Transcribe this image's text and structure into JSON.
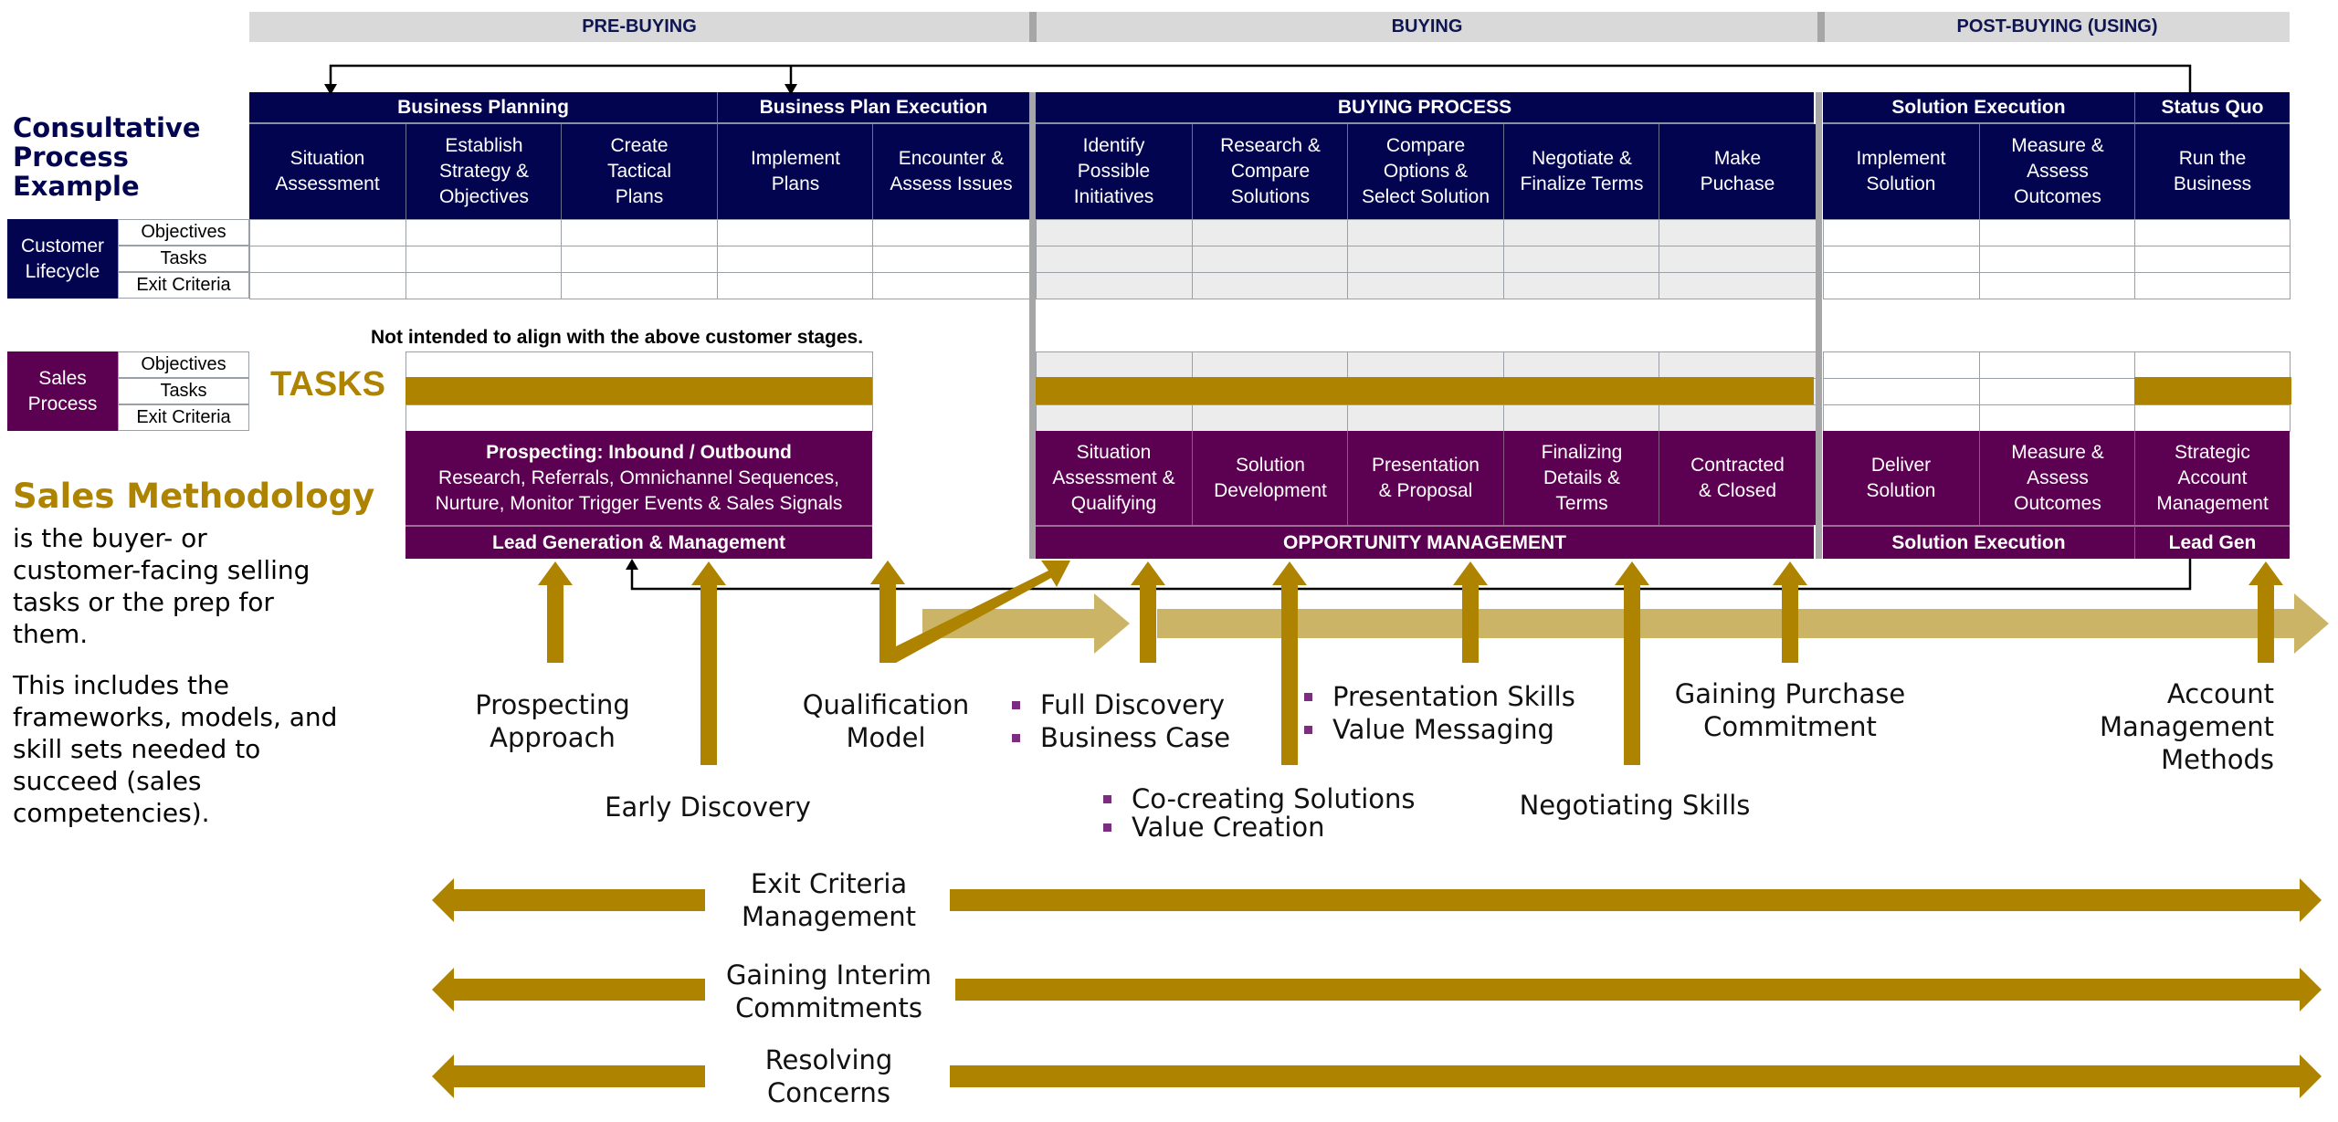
{
  "phases": [
    {
      "label": "PRE-BUYING"
    },
    {
      "label": "BUYING"
    },
    {
      "label": "POST-BUYING (USING)"
    }
  ],
  "title": {
    "line1": "Consultative",
    "line2": "Process",
    "line3": "Example"
  },
  "customer_lifecycle": {
    "label_line1": "Customer",
    "label_line2": "Lifecycle",
    "rows": [
      "Objectives",
      "Tasks",
      "Exit Criteria"
    ],
    "groups": [
      "Business Planning",
      "Business Plan Execution",
      "BUYING PROCESS",
      "Solution Execution",
      "Status Quo"
    ],
    "stages": [
      {
        "l1": "Situation",
        "l2": "Assessment",
        "l3": ""
      },
      {
        "l1": "Establish",
        "l2": "Strategy &",
        "l3": "Objectives"
      },
      {
        "l1": "Create",
        "l2": "Tactical",
        "l3": "Plans"
      },
      {
        "l1": "Implement",
        "l2": "Plans",
        "l3": ""
      },
      {
        "l1": "Encounter &",
        "l2": "Assess Issues",
        "l3": ""
      },
      {
        "l1": "Identify",
        "l2": "Possible",
        "l3": "Initiatives"
      },
      {
        "l1": "Research &",
        "l2": "Compare",
        "l3": "Solutions"
      },
      {
        "l1": "Compare",
        "l2": "Options &",
        "l3": "Select Solution"
      },
      {
        "l1": "Negotiate &",
        "l2": "Finalize Terms",
        "l3": ""
      },
      {
        "l1": "Make",
        "l2": "Puchase",
        "l3": ""
      },
      {
        "l1": "Implement",
        "l2": "Solution",
        "l3": ""
      },
      {
        "l1": "Measure &",
        "l2": "Assess",
        "l3": "Outcomes"
      },
      {
        "l1": "Run the",
        "l2": "Business",
        "l3": ""
      }
    ]
  },
  "sales_process": {
    "label_line1": "Sales",
    "label_line2": "Process",
    "rows": [
      "Objectives",
      "Tasks",
      "Exit Criteria"
    ],
    "tasks_label": "TASKS",
    "note": "Not intended to align with the above customer stages.",
    "prospecting": {
      "title": "Prospecting: Inbound / Outbound",
      "line1": "Research, Referrals, Omnichannel Sequences,",
      "line2": "Nurture, Monitor Trigger Events & Sales Signals"
    },
    "stages": [
      {
        "l1": "Situation",
        "l2": "Assessment &",
        "l3": "Qualifying"
      },
      {
        "l1": "Solution",
        "l2": "Development",
        "l3": ""
      },
      {
        "l1": "Presentation",
        "l2": "& Proposal",
        "l3": ""
      },
      {
        "l1": "Finalizing",
        "l2": "Details &",
        "l3": "Terms"
      },
      {
        "l1": "Contracted",
        "l2": "& Closed",
        "l3": ""
      },
      {
        "l1": "Deliver",
        "l2": "Solution",
        "l3": ""
      },
      {
        "l1": "Measure &",
        "l2": "Assess",
        "l3": "Outcomes"
      },
      {
        "l1": "Strategic",
        "l2": "Account",
        "l3": "Management"
      }
    ],
    "footers": [
      "Lead Generation & Management",
      "OPPORTUNITY MANAGEMENT",
      "Solution Execution",
      "Lead Gen"
    ]
  },
  "methodology": {
    "heading": "Sales Methodology",
    "p1": [
      "is the buyer- or",
      "customer-facing selling",
      "tasks or the prep for",
      "them."
    ],
    "p2": [
      "This includes the",
      "frameworks, models, and",
      "skill sets needed to",
      "succeed (sales",
      "competencies)."
    ]
  },
  "skills": {
    "prospecting": [
      "Prospecting",
      "Approach"
    ],
    "early_discovery": "Early Discovery",
    "qualification": [
      "Qualification",
      "Model"
    ],
    "discovery_bullets": [
      "Full Discovery",
      "Business Case"
    ],
    "cocreating_bullets": [
      "Co-creating Solutions",
      "Value Creation"
    ],
    "presentation_bullets": [
      "Presentation Skills",
      "Value Messaging"
    ],
    "negotiating": "Negotiating Skills",
    "purchase": [
      "Gaining Purchase",
      "Commitment"
    ],
    "account": [
      "Account",
      "Management",
      "Methods"
    ]
  },
  "continuous": [
    [
      "Exit Criteria",
      "Management"
    ],
    [
      "Gaining Interim",
      "Commitments"
    ],
    [
      "Resolving",
      "Concerns"
    ]
  ],
  "colors": {
    "navy": "#02044f",
    "purple": "#5c0052",
    "gold": "#ad8300",
    "light_gold": "#ccb467",
    "phase_grey": "#d9d9d9",
    "bullet": "#7b2d7f"
  }
}
